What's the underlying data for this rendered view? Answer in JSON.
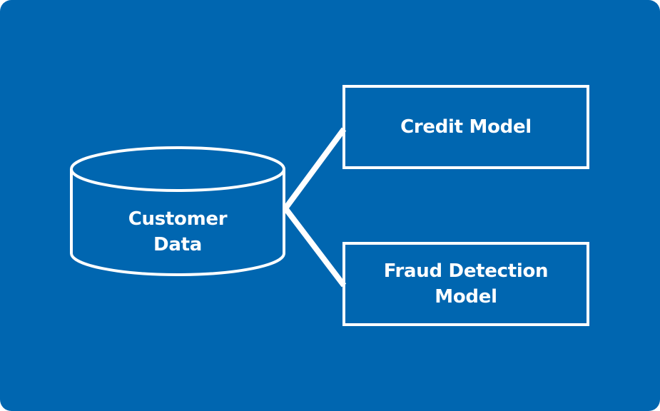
{
  "diagram": {
    "background_color": "#0066b0",
    "stroke_color": "#ffffff",
    "data_store": {
      "label_line1": "Customer",
      "label_line2": "Data",
      "shape": "cylinder"
    },
    "nodes": [
      {
        "label_line1": "Credit Model",
        "label_line2": ""
      },
      {
        "label_line1": "Fraud Detection",
        "label_line2": "Model"
      }
    ],
    "edges": [
      {
        "from": "Customer Data",
        "to": "Credit Model"
      },
      {
        "from": "Customer Data",
        "to": "Fraud Detection Model"
      }
    ]
  }
}
